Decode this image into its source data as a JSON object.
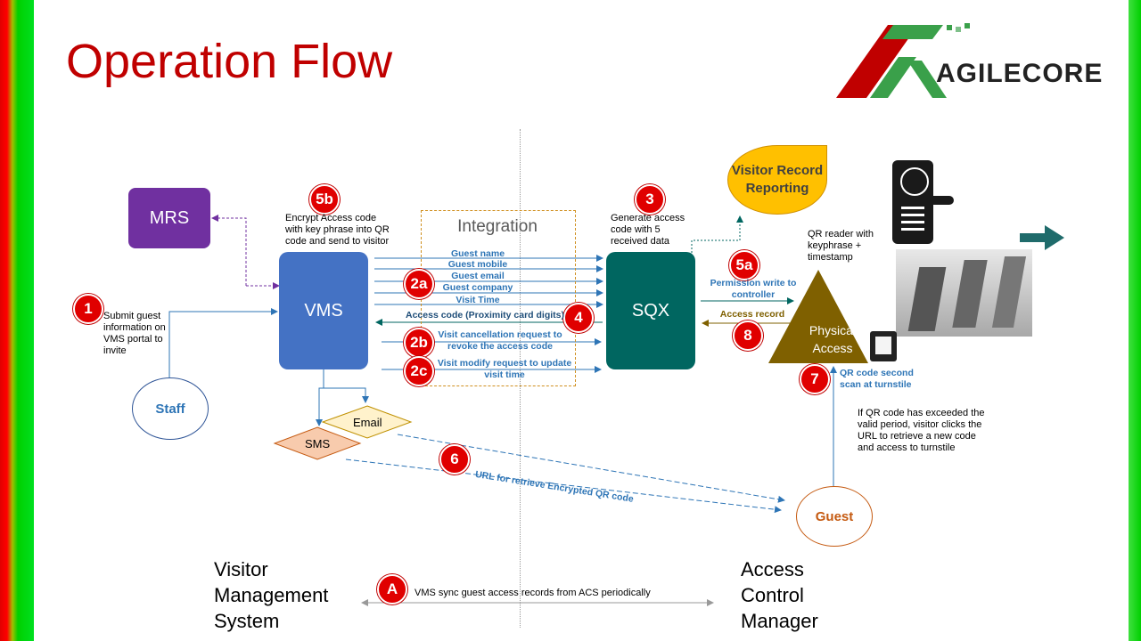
{
  "title": "Operation Flow",
  "logo": {
    "text": "AGILECORE",
    "colors": {
      "red": "#c00000",
      "green": "#3aa04a"
    }
  },
  "nodes": {
    "mrs": "MRS",
    "vms": "VMS",
    "sqx": "SQX",
    "staff": "Staff",
    "guest": "Guest",
    "email": "Email",
    "sms": "SMS",
    "visitor_reporting": "Visitor Record Reporting",
    "physical_access": "Physical Access",
    "integration": "Integration"
  },
  "badges": {
    "b1": "1",
    "b2a": "2a",
    "b2b": "2b",
    "b2c": "2c",
    "b3": "3",
    "b4": "4",
    "b5a": "5a",
    "b5b": "5b",
    "b6": "6",
    "b7": "7",
    "b8": "8",
    "bA": "A"
  },
  "notes": {
    "step1": "Submit guest information on VMS portal to invite",
    "step5b": "Encrypt Access code with key phrase into QR code and send to visitor",
    "step3": "Generate access code with 5 received data",
    "qr_reader": "QR reader with keyphrase + timestamp",
    "expired": "If QR code has exceeded the valid period, visitor clicks the URL to retrieve a new code and access to turnstile"
  },
  "flows": {
    "guest_name": "Guest name",
    "guest_mobile": "Guest mobile",
    "guest_email": "Guest email",
    "guest_company": "Guest company",
    "visit_time": "Visit Time",
    "access_code": "Access code (Proximity card digits)",
    "cancel": "Visit cancellation request to revoke the access code",
    "modify": "Visit modify request to update visit time",
    "permission": "Permission write to controller",
    "access_record": "Access record",
    "url": "URL for retrieve Encrypted QR code",
    "qr_second": "QR code second scan at turnstile",
    "sync": "VMS sync guest access records from ACS periodically"
  },
  "sections": {
    "left": "Visitor Management System",
    "right": "Access Control Manager"
  },
  "icons": [
    "fingerprint-lock-icon",
    "turnstile-image",
    "qr-reader-icon",
    "arrow-right-icon"
  ]
}
